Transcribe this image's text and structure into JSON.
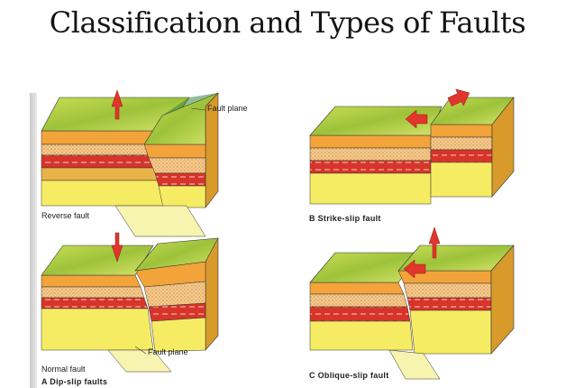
{
  "title": "Classification and Types of Faults",
  "labels": {
    "fault_plane_top": "Fault plane",
    "reverse_fault": "Reverse fault",
    "normal_fault": "Normal fault",
    "fault_plane_bottom": "Fault plane",
    "caption_a": "A  Dip-slip faults",
    "caption_b": "B  Strike-slip fault",
    "caption_c": "C  Oblique-slip fault"
  },
  "colors": {
    "surface": "#a7c93b",
    "orange_layer": "#f2a33a",
    "sand_layer": "#f6c98a",
    "red_layer": "#d7342b",
    "yellow_layer": "#f3ea5a",
    "arrow": "#e2352b"
  }
}
